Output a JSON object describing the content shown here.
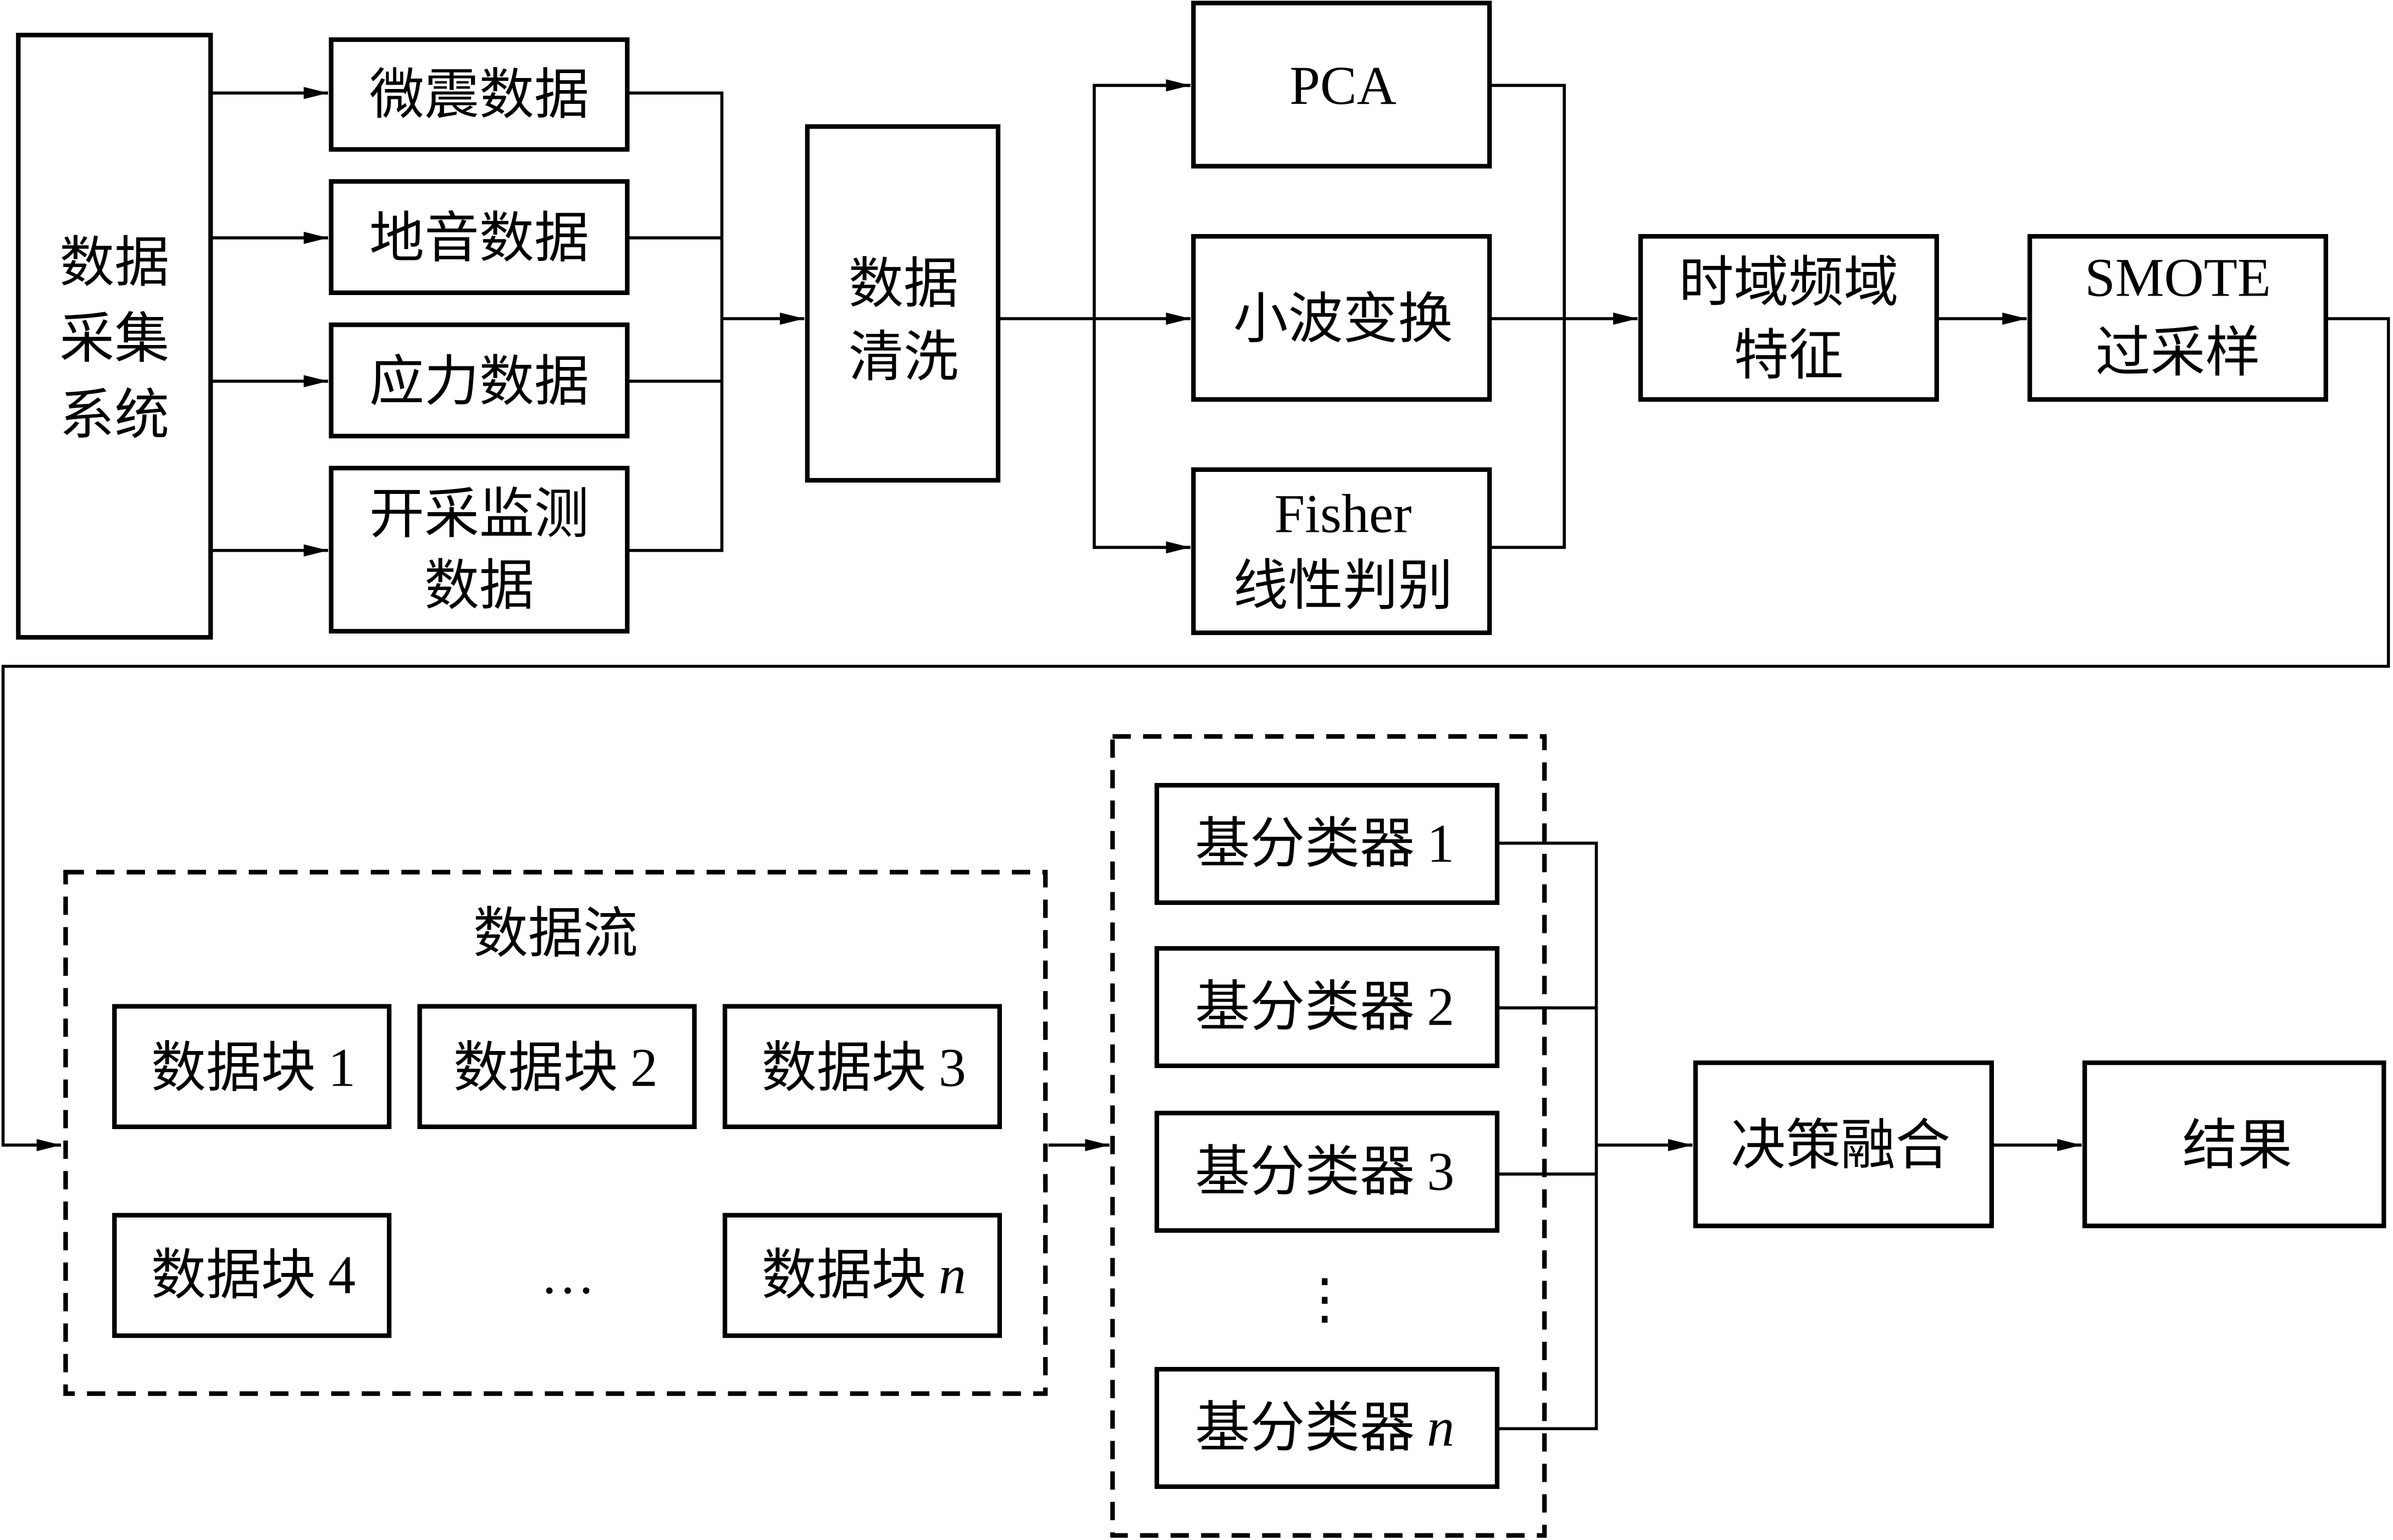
{
  "diagram": {
    "colors": {
      "stroke": "#000000",
      "background": "#ffffff"
    },
    "acquisition": {
      "system_lines": [
        "数据",
        "采集",
        "系统"
      ],
      "sources": [
        {
          "lines": [
            "微震数据"
          ]
        },
        {
          "lines": [
            "地音数据"
          ]
        },
        {
          "lines": [
            "应力数据"
          ]
        },
        {
          "lines": [
            "开采监测",
            "数据"
          ]
        }
      ]
    },
    "cleaning_lines": [
      "数据",
      "清洗"
    ],
    "methods": [
      {
        "lines": [
          "PCA"
        ]
      },
      {
        "lines": [
          "小波变换"
        ]
      },
      {
        "lines": [
          "Fisher",
          "线性判别"
        ]
      }
    ],
    "features_lines": [
      "时域频域",
      "特征"
    ],
    "smote_lines": [
      "SMOTE",
      "过采样"
    ],
    "data_stream": {
      "title": "数据流",
      "blocks": [
        {
          "prefix": "数据块",
          "index": "1"
        },
        {
          "prefix": "数据块",
          "index": "2"
        },
        {
          "prefix": "数据块",
          "index": "3"
        },
        {
          "prefix": "数据块",
          "index": "4"
        },
        {
          "prefix": "数据块",
          "index": "n"
        }
      ],
      "ellipsis": "…"
    },
    "classifiers": {
      "items": [
        {
          "prefix": "基分类器",
          "index": "1"
        },
        {
          "prefix": "基分类器",
          "index": "2"
        },
        {
          "prefix": "基分类器",
          "index": "3"
        },
        {
          "prefix": "基分类器",
          "index": "n"
        }
      ],
      "ellipsis": "⋮"
    },
    "fusion_label": "决策融合",
    "result_label": "结果"
  }
}
